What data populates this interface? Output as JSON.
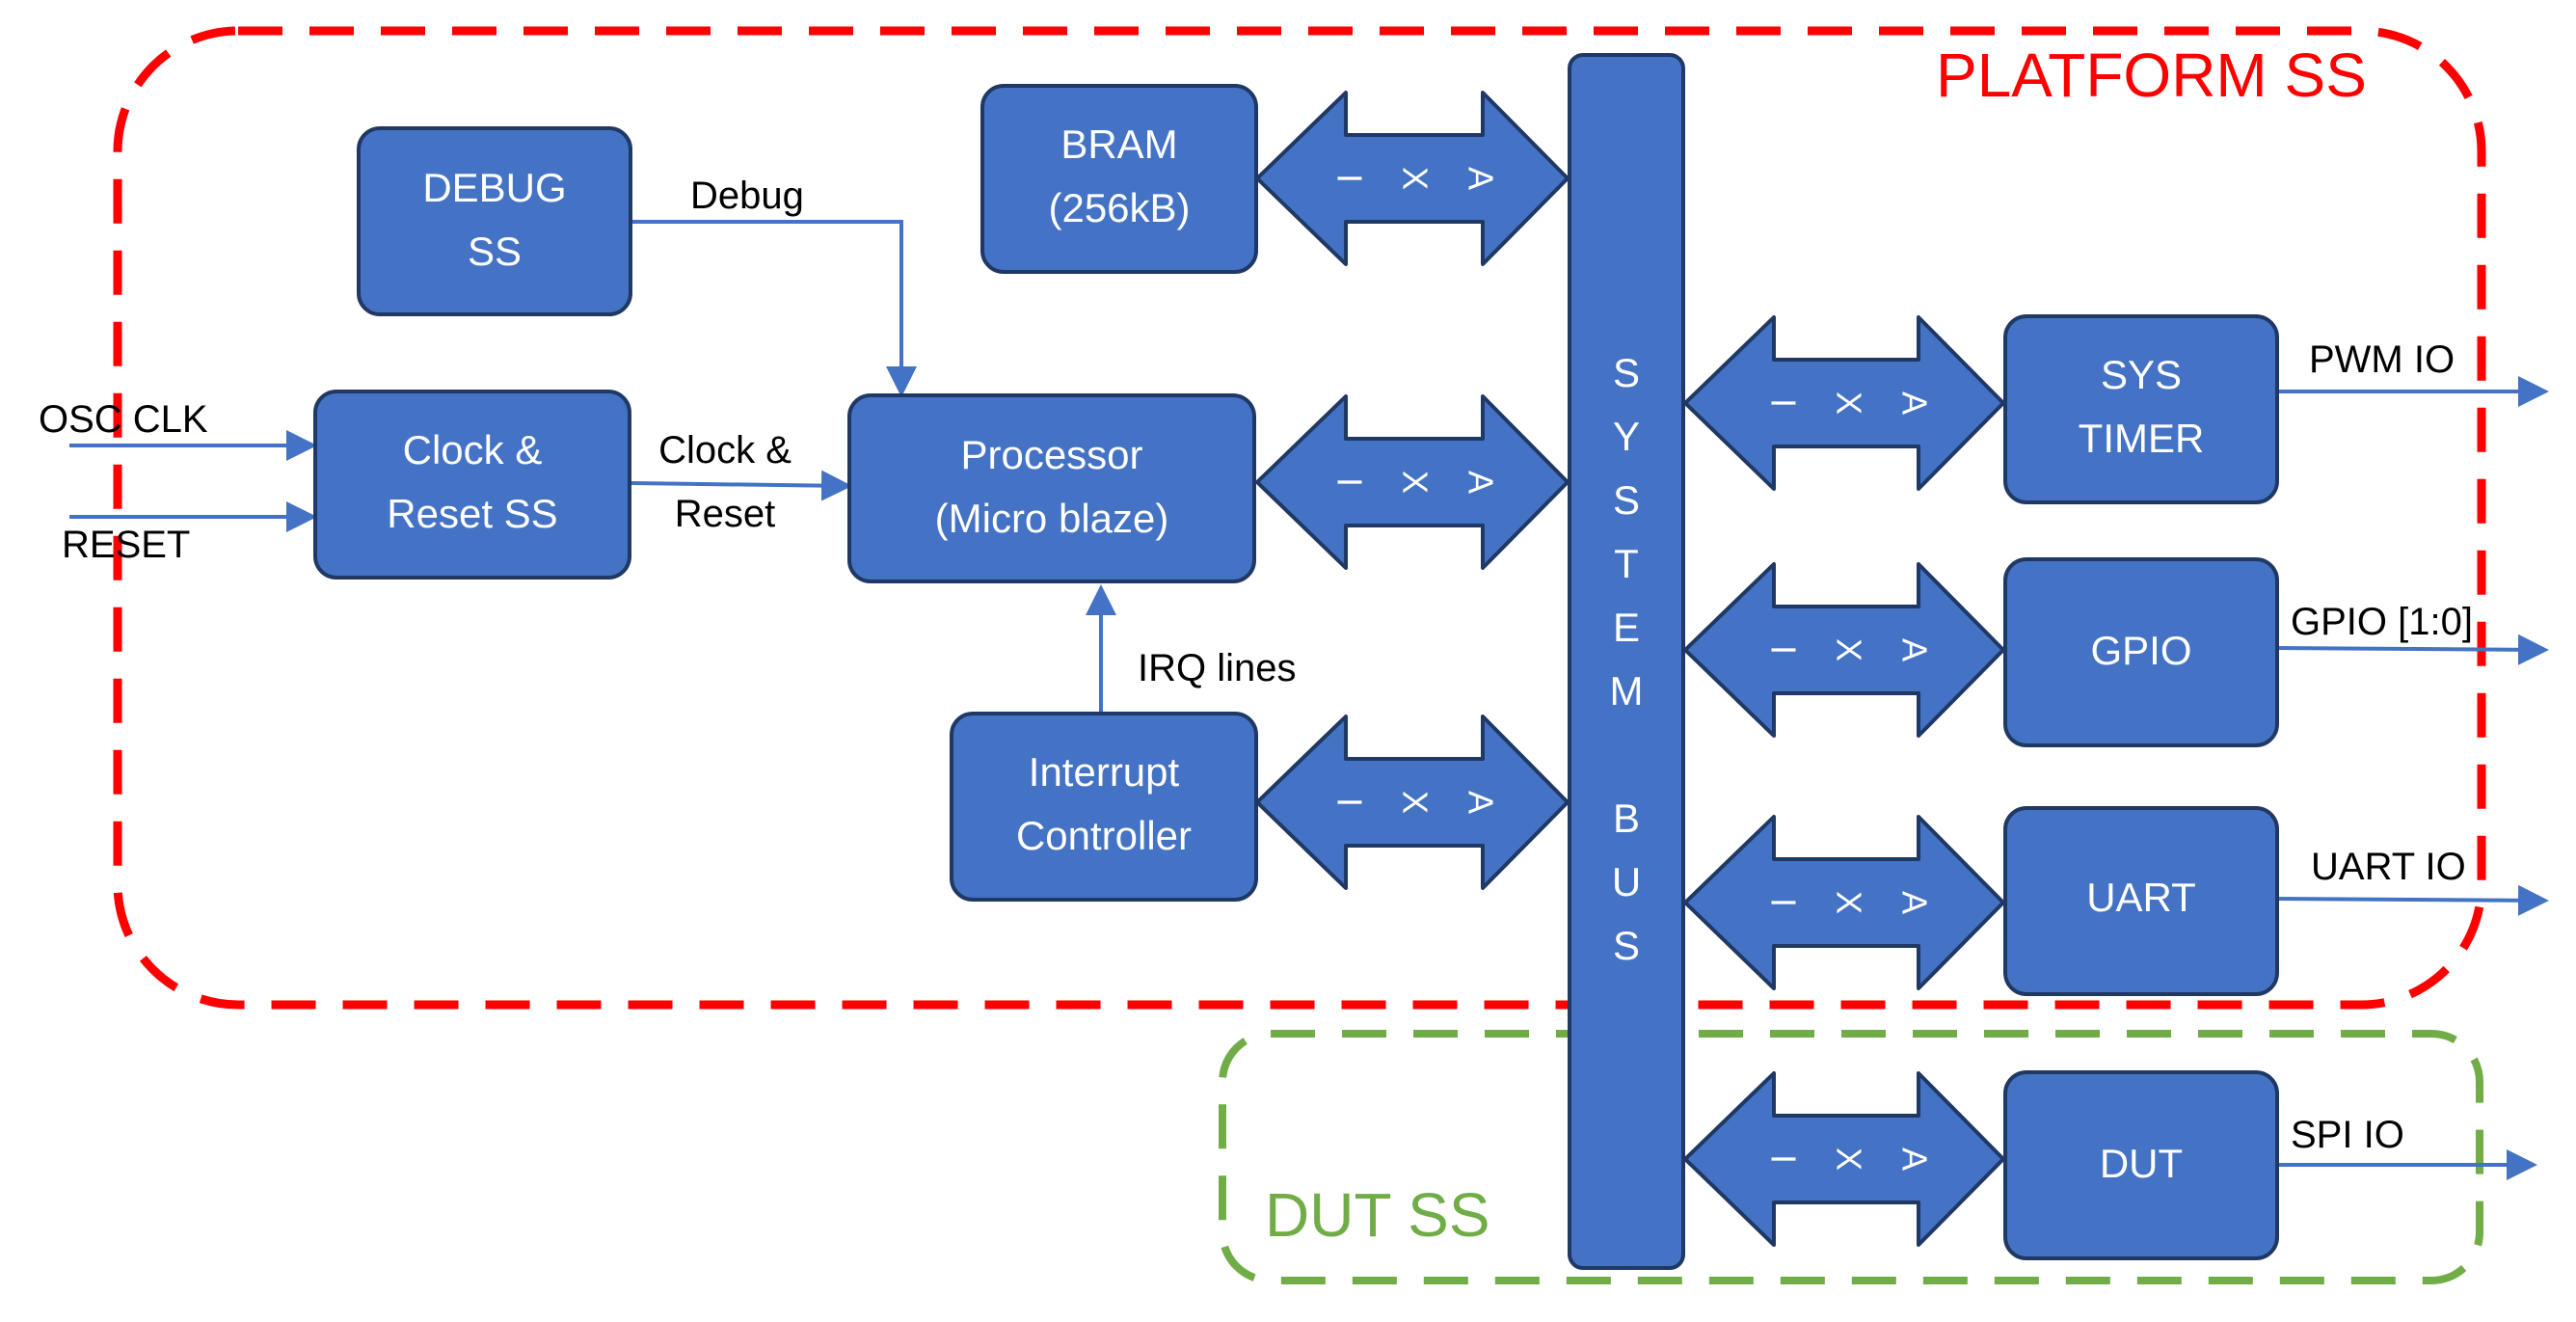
{
  "colors": {
    "block_fill": "#4472C4",
    "block_stroke": "#1F3864",
    "platform_ss": "#FF0000",
    "dut_ss": "#70AD47",
    "label": "#000000"
  },
  "subsystems": {
    "platform": "PLATFORM SS",
    "dut": "DUT SS"
  },
  "blocks": {
    "debug": [
      "DEBUG",
      "SS"
    ],
    "clock_reset": [
      "Clock &",
      "Reset SS"
    ],
    "processor": [
      "Processor",
      "(Micro blaze)"
    ],
    "bram": [
      "BRAM",
      "(256kB)"
    ],
    "interrupt": [
      "Interrupt",
      "Controller"
    ],
    "sys_timer": [
      "SYS",
      "TIMER"
    ],
    "gpio": [
      "GPIO"
    ],
    "uart": [
      "UART"
    ],
    "dut": [
      "DUT"
    ]
  },
  "system_bus_letters": [
    "S",
    "Y",
    "S",
    "T",
    "E",
    "M",
    "",
    "B",
    "U",
    "S"
  ],
  "axi_label": [
    "A",
    "X",
    "I"
  ],
  "signals": {
    "osc_clk": "OSC CLK",
    "reset": "RESET",
    "clock_reset": [
      "Clock &",
      "Reset"
    ],
    "debug": "Debug",
    "irq": "IRQ lines",
    "pwm_io": "PWM IO",
    "gpio_io": "GPIO [1:0]",
    "uart_io": "UART IO",
    "spi_io": "SPI IO"
  }
}
